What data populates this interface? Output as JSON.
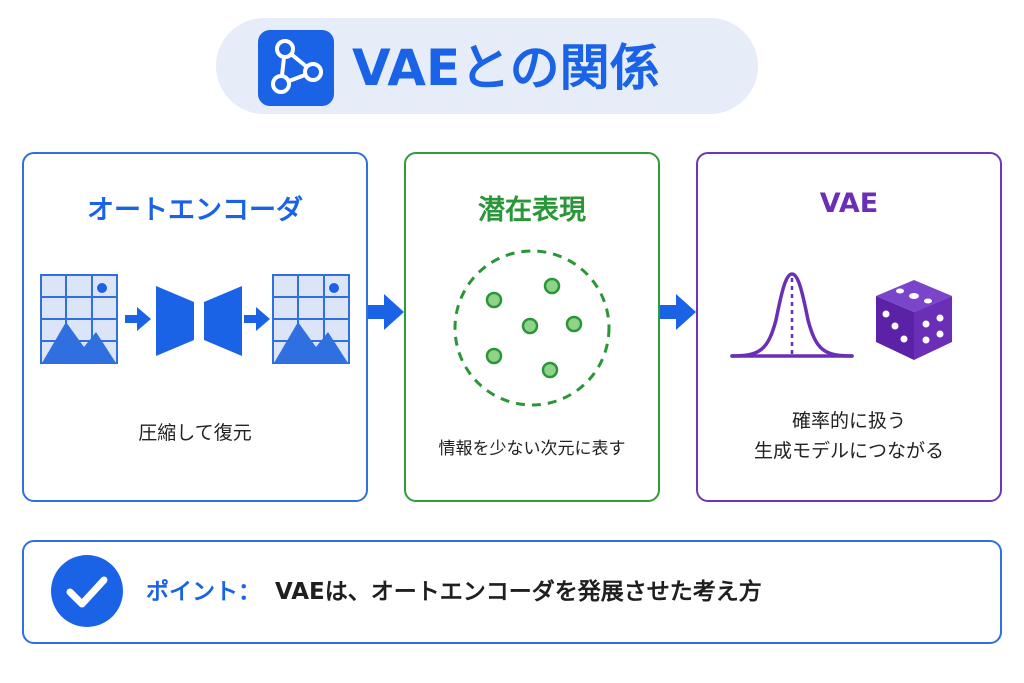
{
  "title": "VAEとの関係",
  "cards": {
    "autoencoder": {
      "title": "オートエンコーダ",
      "desc": "圧縮して復元"
    },
    "latent": {
      "title": "潜在表現",
      "desc": "情報を少ない次元に表す"
    },
    "vae": {
      "title": "VAE",
      "desc_line1": "確率的に扱う",
      "desc_line2": "生成モデルにつながる"
    }
  },
  "point": {
    "label": "ポイント：",
    "text": "VAEは、オートエンコーダを発展させた考え方"
  },
  "icons": {
    "title": "network-icon",
    "input_image": "image-icon",
    "encoder": "encoder-icon",
    "decoder": "decoder-icon",
    "output_image": "image-icon",
    "latent": "latent-space-icon",
    "distribution": "normal-distribution-icon",
    "dice": "dice-icon",
    "check": "check-circle-icon"
  },
  "colors": {
    "blue": "#1a63e6",
    "green": "#2b9637",
    "purple": "#6b2fb5",
    "pill_bg": "#e6edf8"
  }
}
